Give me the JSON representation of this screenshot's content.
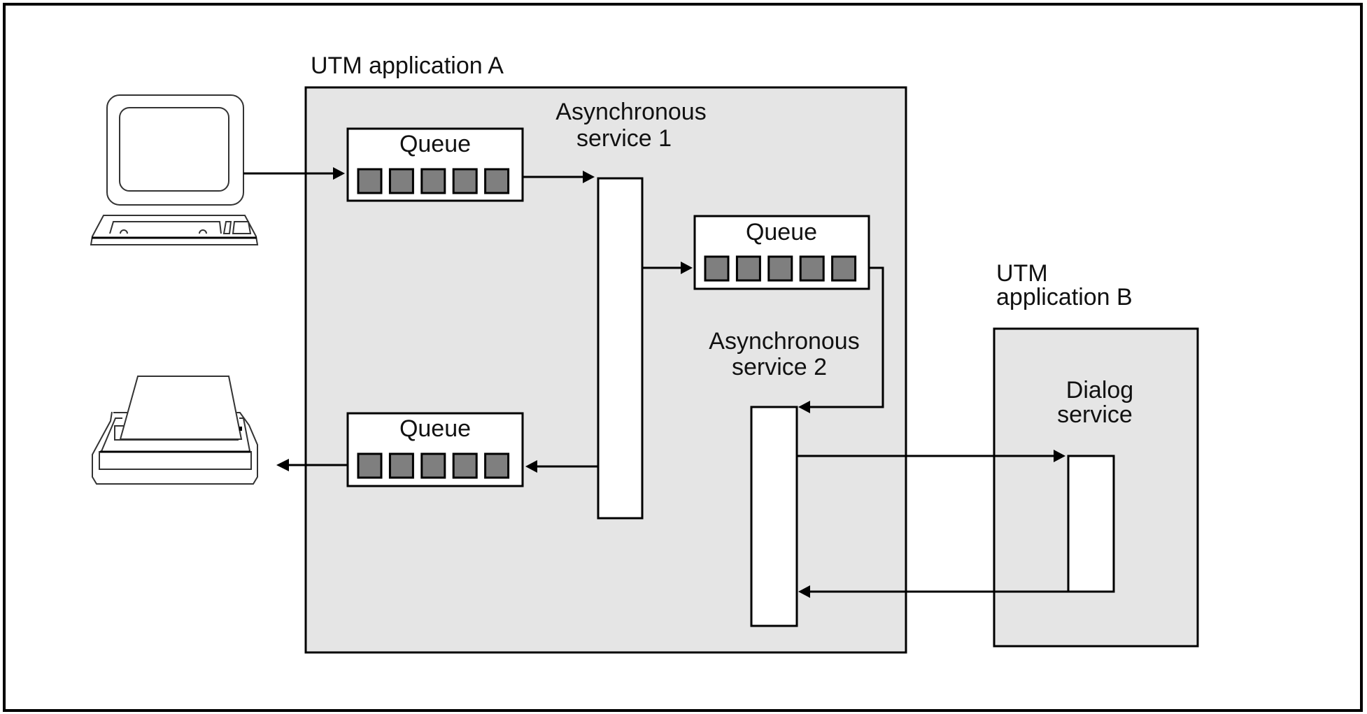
{
  "diagram": {
    "applications": [
      {
        "id": "app-a",
        "label": "UTM application A"
      },
      {
        "id": "app-b",
        "label_lines": [
          "UTM",
          "application B"
        ]
      }
    ],
    "services": [
      {
        "id": "async-1",
        "label_lines": [
          "Asynchronous",
          "service 1"
        ]
      },
      {
        "id": "async-2",
        "label_lines": [
          "Asynchronous",
          "service 2"
        ]
      },
      {
        "id": "dialog",
        "label_lines": [
          "Dialog",
          "service"
        ]
      }
    ],
    "queues": [
      {
        "id": "queue-input",
        "label": "Queue",
        "slots": 5
      },
      {
        "id": "queue-async2",
        "label": "Queue",
        "slots": 5
      },
      {
        "id": "queue-output",
        "label": "Queue",
        "slots": 5
      }
    ],
    "devices": [
      {
        "id": "terminal",
        "icon": "computer-terminal-icon"
      },
      {
        "id": "printer",
        "icon": "printer-icon"
      }
    ],
    "flows": [
      {
        "from": "terminal",
        "to": "queue-input"
      },
      {
        "from": "queue-input",
        "to": "async-1"
      },
      {
        "from": "async-1",
        "to": "queue-async2"
      },
      {
        "from": "queue-async2",
        "to": "async-2"
      },
      {
        "from": "async-2",
        "to": "dialog"
      },
      {
        "from": "dialog",
        "to": "async-2"
      },
      {
        "from": "async-1",
        "to": "queue-output"
      },
      {
        "from": "queue-output",
        "to": "printer"
      }
    ],
    "colors": {
      "app_fill": "#e5e5e5",
      "queue_slot": "#7f7f7f",
      "stroke": "#000000"
    }
  }
}
